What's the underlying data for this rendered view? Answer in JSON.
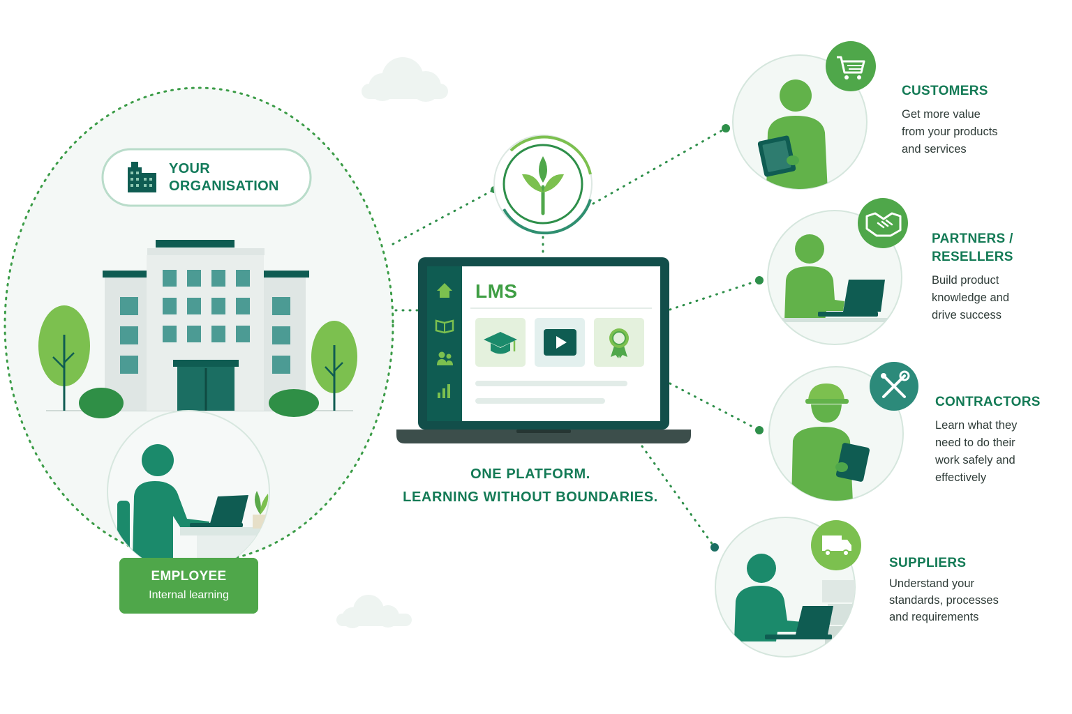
{
  "organisation": {
    "title_line1": "YOUR",
    "title_line2": "ORGANISATION"
  },
  "employee": {
    "title": "EMPLOYEE",
    "subtitle": "Internal learning"
  },
  "platform": {
    "screen_title": "LMS",
    "tagline_line1": "ONE PLATFORM.",
    "tagline_line2": "LEARNING WITHOUT BOUNDARIES.",
    "sidebar_icons": [
      "home-icon",
      "book-icon",
      "users-icon",
      "bar-chart-icon"
    ],
    "tiles": [
      "graduation-cap-icon",
      "play-icon",
      "award-badge-icon"
    ],
    "hub_icon": "sprout-icon"
  },
  "audiences": [
    {
      "key": "customers",
      "title_lines": [
        "CUSTOMERS"
      ],
      "desc_lines": [
        "Get more value",
        "from your products",
        "and services"
      ],
      "icon": "shopping-cart-icon"
    },
    {
      "key": "partners",
      "title_lines": [
        "PARTNERS /",
        "RESELLERS"
      ],
      "desc_lines": [
        "Build product",
        "knowledge and",
        "drive success"
      ],
      "icon": "handshake-icon"
    },
    {
      "key": "contractors",
      "title_lines": [
        "CONTRACTORS"
      ],
      "desc_lines": [
        "Learn what they",
        "need to do their",
        "work safely and",
        "effectively"
      ],
      "icon": "tools-icon"
    },
    {
      "key": "suppliers",
      "title_lines": [
        "SUPPLIERS"
      ],
      "desc_lines": [
        "Understand your",
        "standards, processes",
        "and requirements"
      ],
      "icon": "delivery-truck-icon"
    }
  ],
  "colors": {
    "dark_teal": "#0f5c52",
    "teal": "#1b8a6b",
    "green": "#4fa74a",
    "light_green": "#7cc04f",
    "pale": "#eef5f1"
  }
}
